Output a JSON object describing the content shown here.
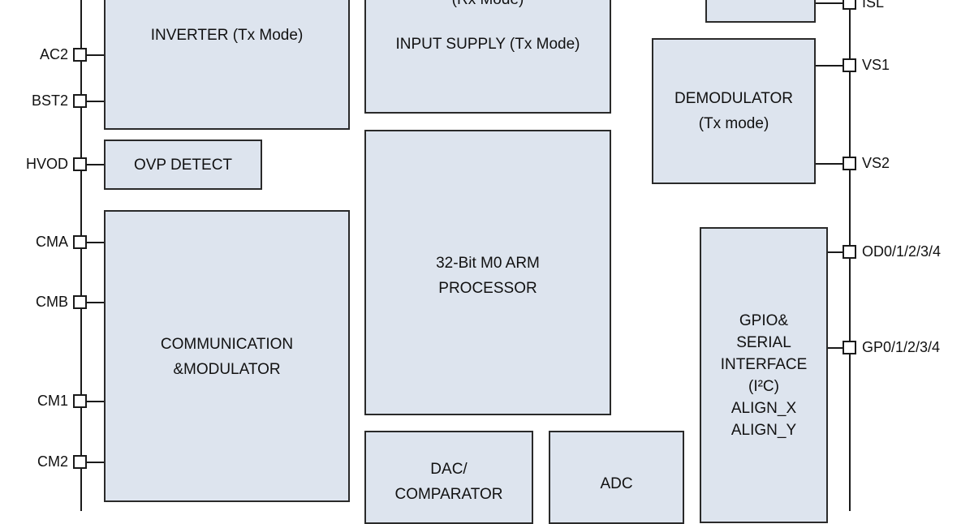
{
  "blocks": {
    "inverter": [
      "INVERTER (Tx Mode)"
    ],
    "input_supply": [
      "(Rx Mode)",
      "",
      "INPUT SUPPLY (Tx Mode)"
    ],
    "ovp_detect": [
      "OVP DETECT"
    ],
    "communication": [
      "COMMUNICATION",
      "&MODULATOR"
    ],
    "processor": [
      "32-Bit M0 ARM",
      "PROCESSOR"
    ],
    "dac": [
      "DAC/",
      "COMPARATOR"
    ],
    "adc": [
      "ADC"
    ],
    "demodulator": [
      "DEMODULATOR",
      "(Tx mode)"
    ],
    "gpio": [
      "GPIO&",
      "SERIAL",
      "INTERFACE",
      "(I²C)",
      "ALIGN_X",
      "ALIGN_Y"
    ],
    "top_right": []
  },
  "pins": {
    "left": [
      "AC2",
      "BST2",
      "HVOD",
      "CMA",
      "CMB",
      "CM1",
      "CM2"
    ],
    "right": [
      "ISL",
      "VS1",
      "VS2",
      "OD0/1/2/3/4",
      "GP0/1/2/3/4"
    ]
  }
}
